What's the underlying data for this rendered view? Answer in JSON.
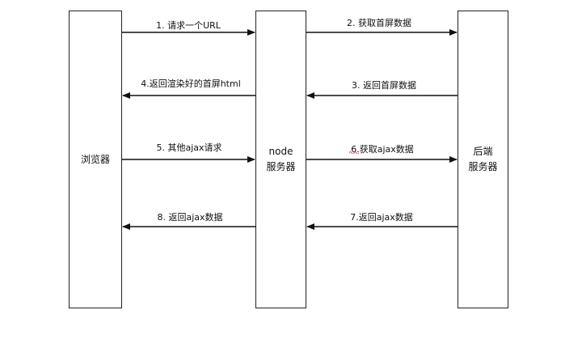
{
  "participants": {
    "browser": "浏览器",
    "node": "node\n服务器",
    "backend": "后端\n服务器"
  },
  "messages": [
    {
      "id": "m1",
      "label": "1. 请求一个URL",
      "from": "browser",
      "to": "node"
    },
    {
      "id": "m2",
      "label": "2. 获取首屏数据",
      "from": "node",
      "to": "backend"
    },
    {
      "id": "m3",
      "label": "3. 返回首屏数据",
      "from": "backend",
      "to": "node"
    },
    {
      "id": "m4",
      "label": "4.返回渲染好的首屏html",
      "from": "node",
      "to": "browser"
    },
    {
      "id": "m5",
      "label": "5. 其他ajax请求",
      "from": "browser",
      "to": "node"
    },
    {
      "id": "m6",
      "label": "6.获取ajax数据",
      "from": "node",
      "to": "backend"
    },
    {
      "id": "m7",
      "label": "7.返回ajax数据",
      "from": "backend",
      "to": "node"
    },
    {
      "id": "m8",
      "label": "8. 返回ajax数据",
      "from": "node",
      "to": "browser"
    }
  ],
  "colors": {
    "line": "#111111",
    "box_border": "#222222",
    "squiggle": "#e05050"
  }
}
